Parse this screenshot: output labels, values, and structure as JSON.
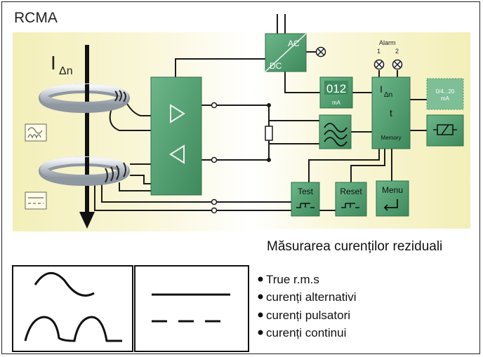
{
  "header": {
    "title": "RCMA"
  },
  "sensor": {
    "symbol_main": "I",
    "symbol_sub": "Δn"
  },
  "converter": {
    "ac_label": "AC",
    "dc_label": "DC"
  },
  "alarm": {
    "label": "Alarm",
    "numbers": [
      "1",
      "2"
    ]
  },
  "display": {
    "digits": "012",
    "unit": "mA"
  },
  "eval_unit": {
    "i_main": "I",
    "i_sub": "Δn",
    "t_label": "t",
    "memory_label": "Memory"
  },
  "analog_out": {
    "range": "0/4...20",
    "unit": "mA"
  },
  "buttons": {
    "test": "Test",
    "reset": "Reset",
    "menu": "Menu"
  },
  "caption": "Măsurarea  curenților reziduali",
  "features": [
    "True r.m.s",
    "curenți alternativi",
    "curenți pulsatori",
    "curenți continui"
  ],
  "colors": {
    "panel": "#f6f2c4",
    "module": "#4c9a6a",
    "module_dark": "#2f7049",
    "wire": "#1a1a1a",
    "ring": "#cfd4da"
  }
}
